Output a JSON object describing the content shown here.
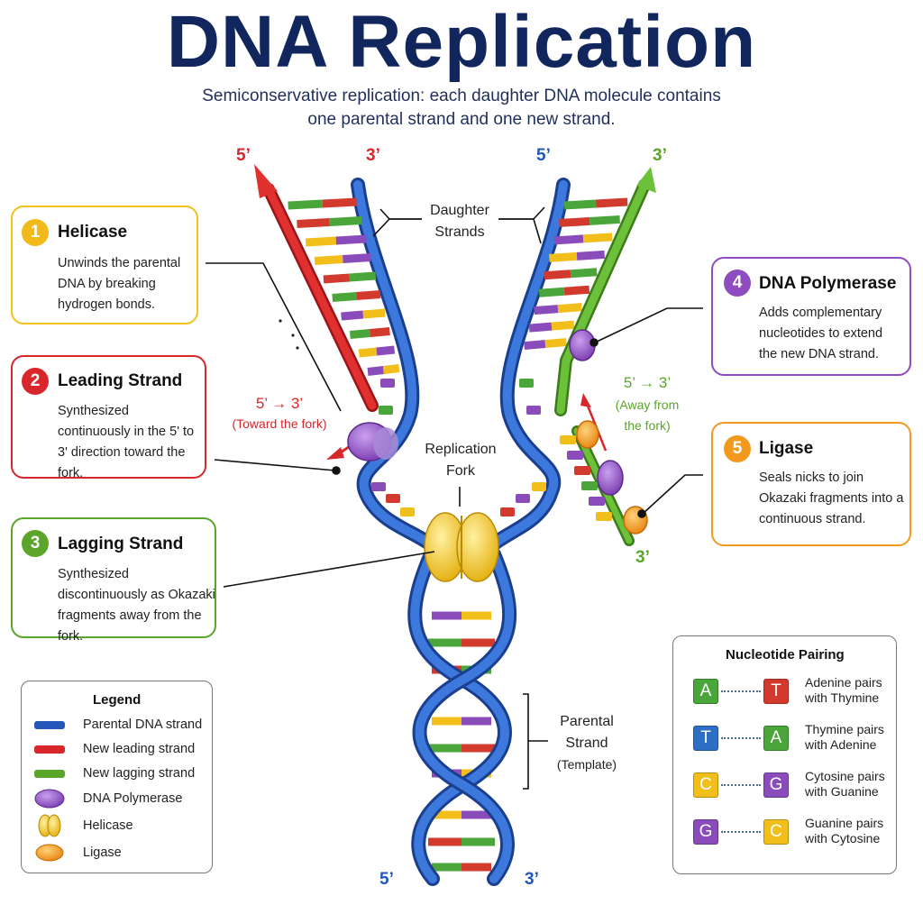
{
  "title": "DNA Replication",
  "subtitle": "Semiconservative replication: each daughter DNA molecule contains one parental strand and one new strand.",
  "colors": {
    "parental": "#2457b8",
    "leading": "#d9262a",
    "lagging": "#5aa52a",
    "polymerase": "#8e4cc0",
    "helicase": "#f2c21a",
    "ligase": "#f39a1e",
    "title": "#10265c"
  },
  "strand_ends": {
    "left_top_5": "5’",
    "left_top_3": "3’",
    "right_top_5": "5’",
    "right_top_3": "3’",
    "lagging_bottom_3": "3’",
    "bottom_5": "5’",
    "bottom_3": "3’"
  },
  "labels": {
    "daughter_strands": "Daughter Strands",
    "replication_fork": "Replication Fork",
    "parental_strand": "Parental Strand",
    "template": "(Template)",
    "leading_direction": "5’ → 3’",
    "leading_direction_note": "(Toward the fork)",
    "lagging_direction": "5’ → 3’",
    "lagging_direction_note": "(Away from the fork)"
  },
  "steps": [
    {
      "number": "1",
      "title": "Helicase",
      "description": "Unwinds the parental DNA by breaking hydrogen bonds."
    },
    {
      "number": "2",
      "title": "Leading Strand",
      "description": "Synthesized continuously in the 5' to 3' direction toward the fork."
    },
    {
      "number": "3",
      "title": "Lagging Strand",
      "description": "Synthesized discontinuously as Okazaki fragments away from the fork."
    },
    {
      "number": "4",
      "title": "DNA Polymerase",
      "description": "Adds complementary nucleotides to extend the new DNA strand."
    },
    {
      "number": "5",
      "title": "Ligase",
      "description": "Seals nicks to join Okazaki fragments into a continuous strand."
    }
  ],
  "legend": {
    "title": "Legend",
    "items": [
      {
        "label": "Parental DNA strand",
        "icon": "blue-bar-icon"
      },
      {
        "label": "New leading strand",
        "icon": "red-bar-icon"
      },
      {
        "label": "New lagging strand",
        "icon": "green-bar-icon"
      },
      {
        "label": "DNA Polymerase",
        "icon": "purple-oval-icon"
      },
      {
        "label": "Helicase",
        "icon": "yellow-split-oval-icon"
      },
      {
        "label": "Ligase",
        "icon": "orange-oval-icon"
      }
    ]
  },
  "pairing": {
    "title": "Nucleotide Pairing",
    "pairs": [
      {
        "left": "A",
        "right": "T",
        "left_color": "#4aa63a",
        "right_color": "#d23a2e",
        "description": "Adenine pairs with Thymine"
      },
      {
        "left": "T",
        "right": "A",
        "left_color": "#2c6fc4",
        "right_color": "#4aa63a",
        "description": "Thymine pairs with Adenine"
      },
      {
        "left": "C",
        "right": "G",
        "left_color": "#f2bf1a",
        "right_color": "#8a4cba",
        "description": "Cytosine pairs with Guanine"
      },
      {
        "left": "G",
        "right": "C",
        "left_color": "#8a4cba",
        "right_color": "#f2bf1a",
        "description": "Guanine pairs with Cytosine"
      }
    ]
  },
  "left_arm_bases": [
    "A",
    "T",
    "C",
    "C",
    "T",
    "A",
    "G",
    "A",
    "C",
    "G",
    "A",
    "T",
    "G",
    "G"
  ],
  "right_arm_bases": [
    "A",
    "T",
    "G",
    "C",
    "T",
    "A",
    "G",
    "G",
    "G",
    "C",
    "T",
    "A"
  ]
}
